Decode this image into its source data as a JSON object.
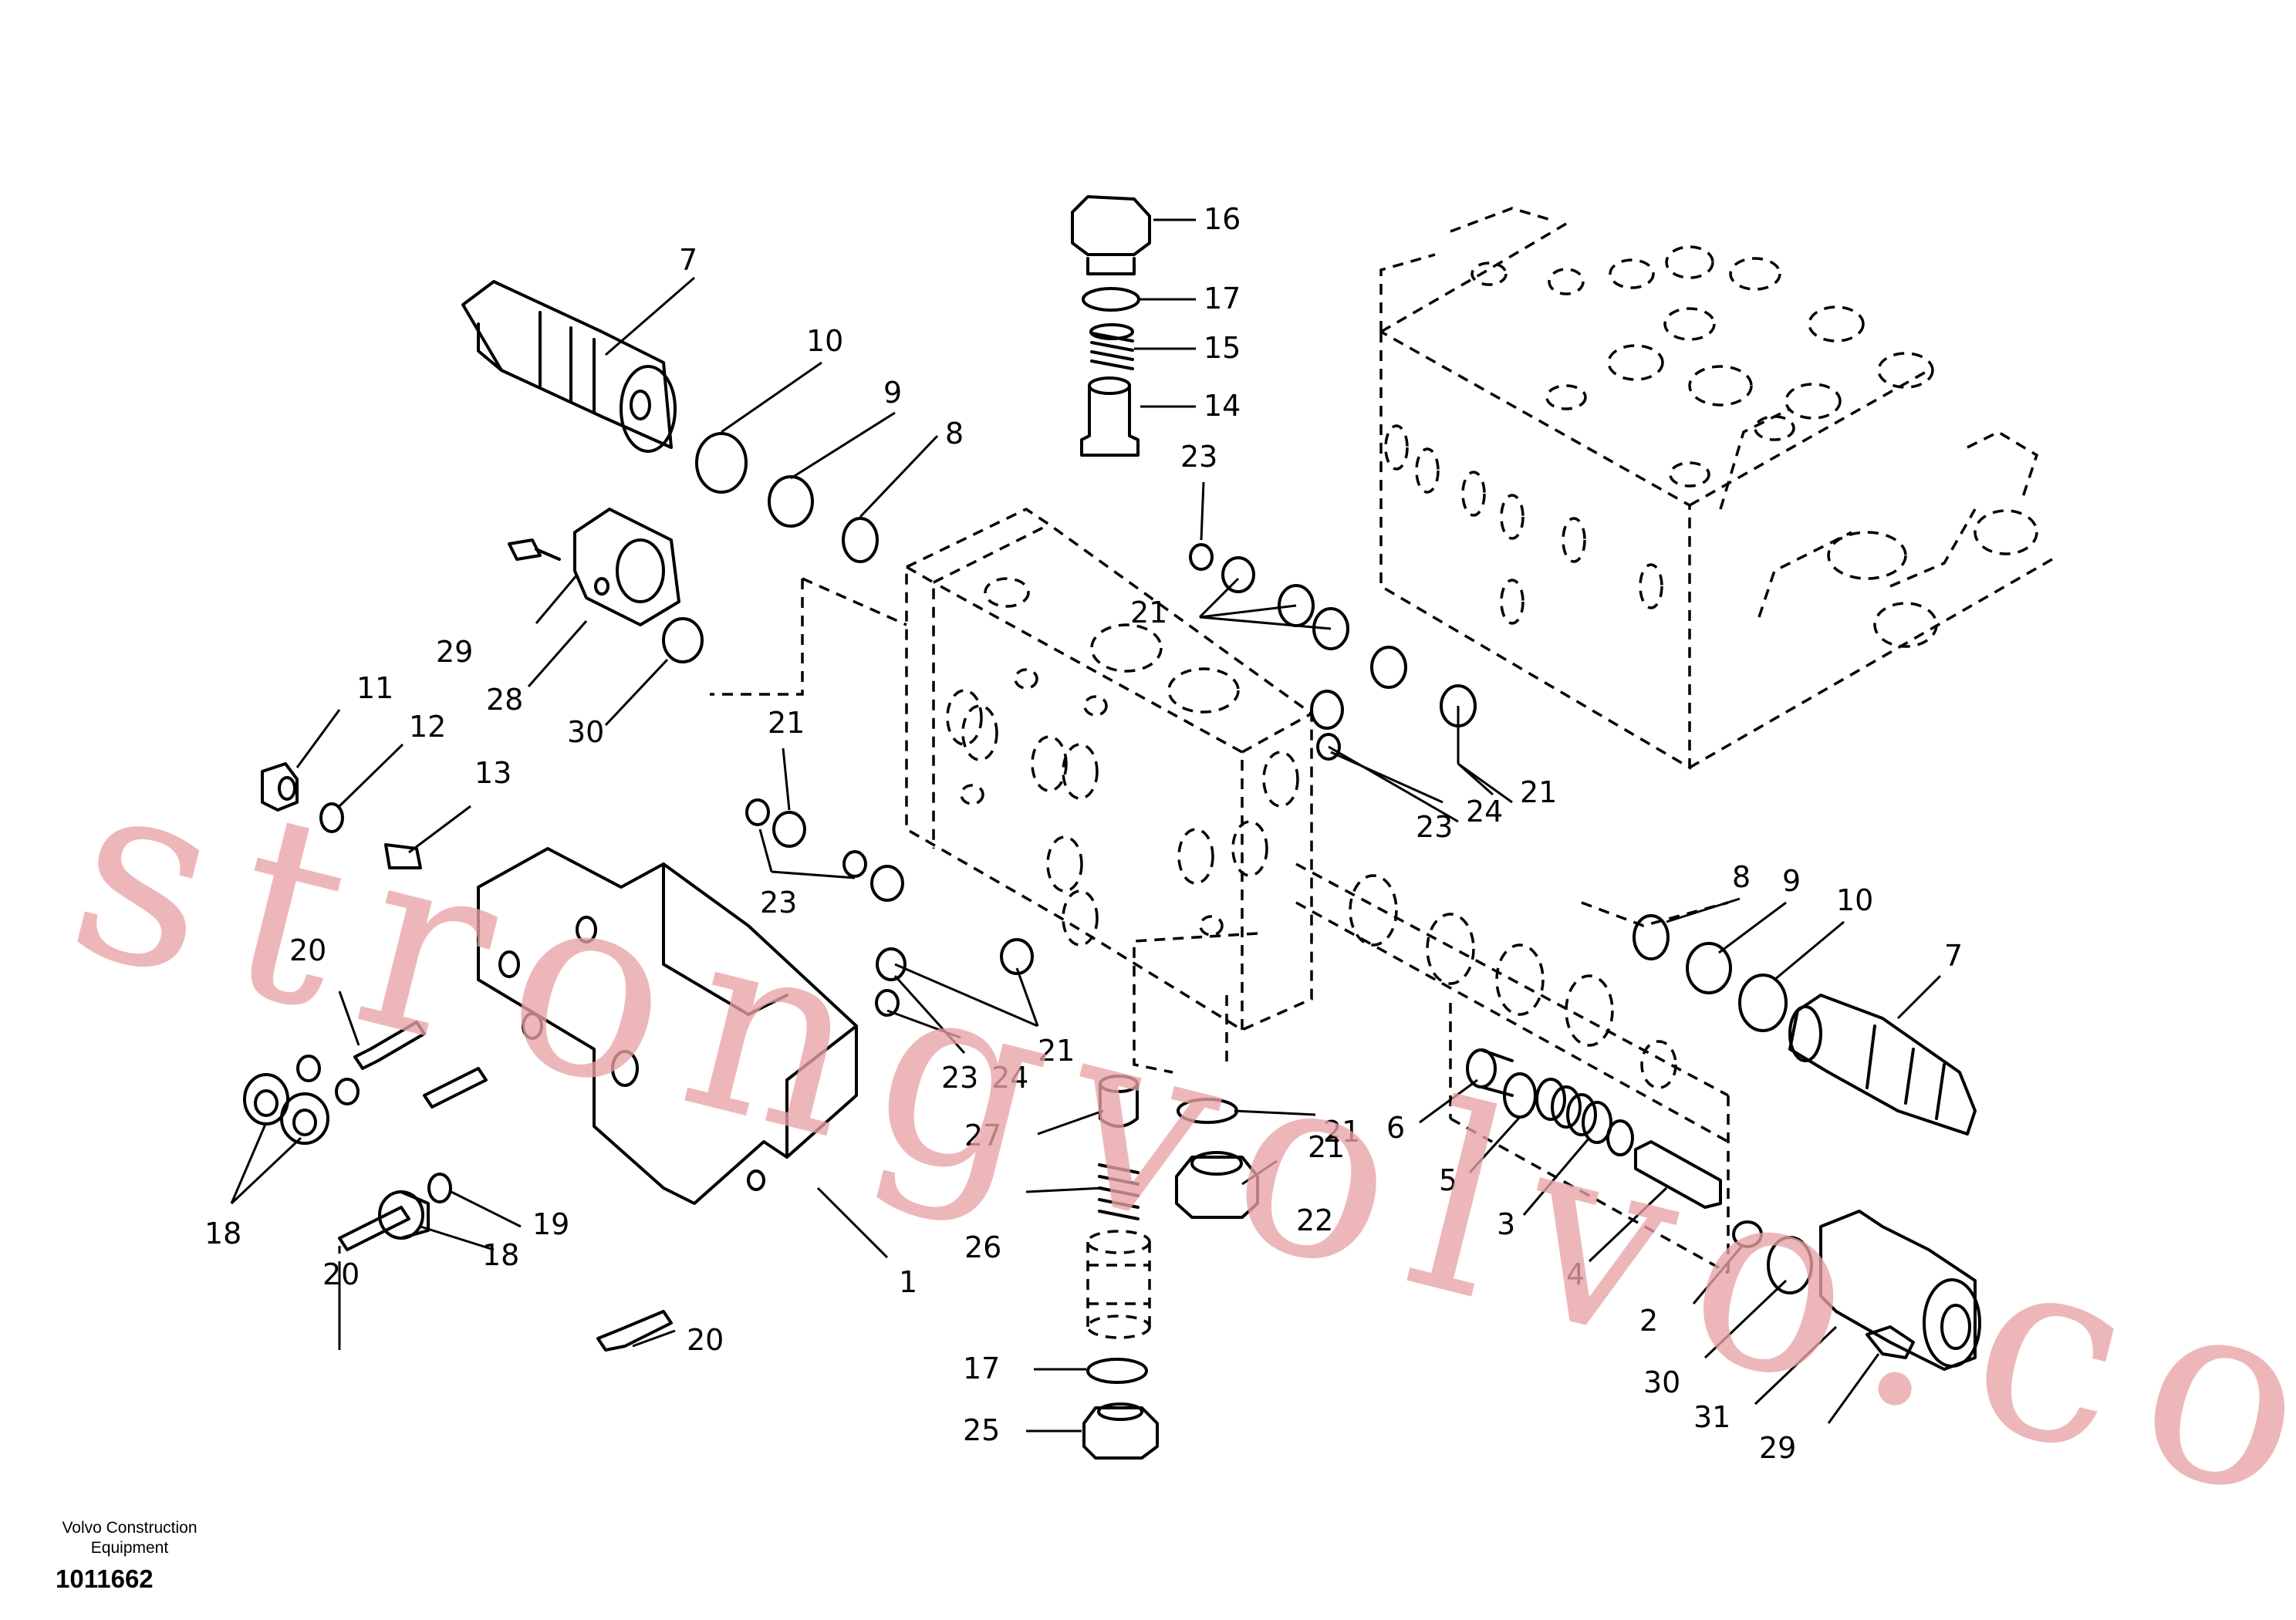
{
  "brand": {
    "line1": "Volvo Construction",
    "line2": "Equipment"
  },
  "drawing_number": "1011662",
  "watermark": "strongvolvo.com",
  "callouts": {
    "c16": "16",
    "c17a": "17",
    "c15": "15",
    "c14": "14",
    "c7a": "7",
    "c10a": "10",
    "c9a": "9",
    "c8a": "8",
    "c23a": "23",
    "c21a": "21",
    "c29a": "29",
    "c28": "28",
    "c30a": "30",
    "c11": "11",
    "c12": "12",
    "c13": "13",
    "c21b": "21",
    "c23b": "23",
    "c24a": "24",
    "c21c": "21",
    "c23c": "23",
    "c21d": "21",
    "c23d": "23",
    "c24b": "24",
    "c21e": "21",
    "c20a": "20",
    "c18a": "18",
    "c20b": "20",
    "c18b": "18",
    "c19": "19",
    "c20c": "20",
    "c1": "1",
    "c27": "27",
    "c26": "26",
    "c17b": "17",
    "c25": "25",
    "c22": "22",
    "c21f": "21",
    "c6": "6",
    "c5": "5",
    "c3": "3",
    "c4": "4",
    "c2": "2",
    "c8b": "8",
    "c9b": "9",
    "c10b": "10",
    "c7b": "7",
    "c30b": "30",
    "c31": "31",
    "c29b": "29"
  }
}
